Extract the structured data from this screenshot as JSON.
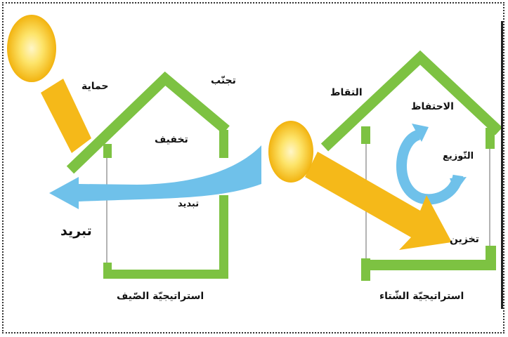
{
  "summary": {
    "title": "استراتيجيّة الصّيف",
    "labels": {
      "protection": "حماية",
      "avoidance": "تجنّب",
      "mitigation": "تخفيف",
      "dissipation": "تبديد",
      "cooling": "تبريد"
    }
  },
  "winter": {
    "title": "استراتيجيّة الشّتاء",
    "labels": {
      "capture": "التقاط",
      "retention": "الاحتفاظ",
      "distribution": "التّوزيع",
      "storage": "تخزين"
    }
  },
  "colors": {
    "wall": "#7dc242",
    "glass": "#b3b3b3",
    "sun_ray": "#f5b919",
    "sun": "#f9c512",
    "air": "#6fc1ea",
    "border": "#333333"
  }
}
